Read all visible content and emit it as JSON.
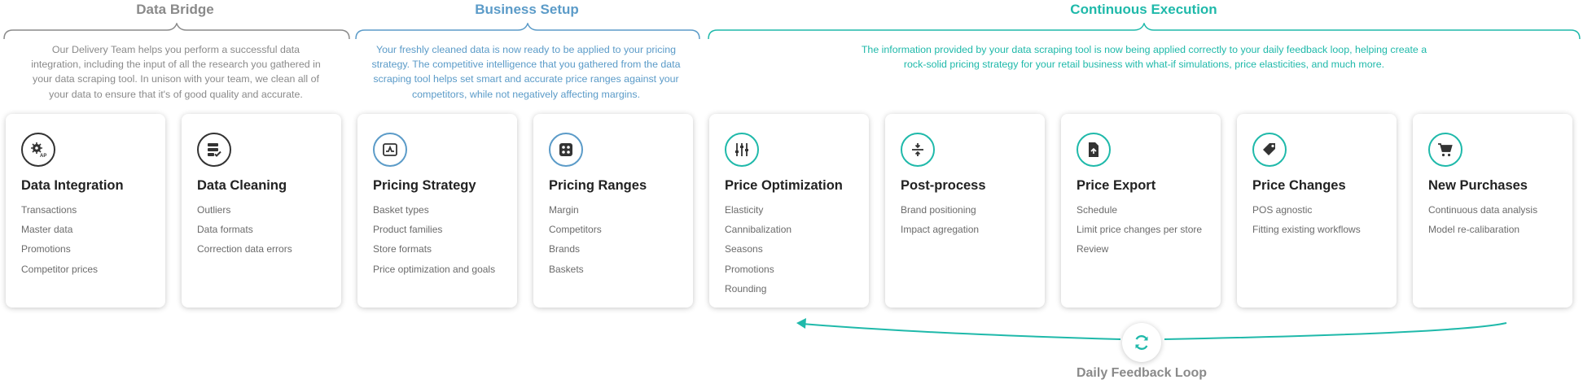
{
  "phases": [
    {
      "title": "Data Bridge",
      "color": "#8a8a8a",
      "description": "Our Delivery Team helps you perform a successful data integration, including the input of all the research you gathered in your data scraping tool. In unison with your team, we clean all of your data to ensure that it's of good quality and accurate."
    },
    {
      "title": "Business Setup",
      "color": "#5b9bc8",
      "description": "Your freshly cleaned data is now ready to be applied to your pricing strategy. The competitive intelligence that you gathered from the data scraping tool helps set smart and accurate price ranges against your competitors, while not negatively affecting margins."
    },
    {
      "title": "Continuous Execution",
      "color": "#1fb9aa",
      "description": "The information provided by your data scraping tool is now being applied correctly to your daily feedback loop, helping create a rock-solid pricing strategy for your retail business with what-if simulations, price elasticities, and much more."
    }
  ],
  "cards": [
    {
      "title": "Data Integration",
      "icon": "gear-api-icon",
      "items": [
        "Transactions",
        "Master data",
        "Promotions",
        "Competitor prices"
      ]
    },
    {
      "title": "Data Cleaning",
      "icon": "database-check-icon",
      "items": [
        "Outliers",
        "Data formats",
        "Correction data errors"
      ]
    },
    {
      "title": "Pricing Strategy",
      "icon": "strategy-icon",
      "items": [
        "Basket types",
        "Product families",
        "Store formats",
        "Price optimization and goals"
      ]
    },
    {
      "title": "Pricing Ranges",
      "icon": "dots-box-icon",
      "items": [
        "Margin",
        "Competitors",
        "Brands",
        "Baskets"
      ]
    },
    {
      "title": "Price Optimization",
      "icon": "sliders-icon",
      "items": [
        "Elasticity",
        "Cannibalization",
        "Seasons",
        "Promotions",
        "Rounding"
      ]
    },
    {
      "title": "Post-process",
      "icon": "compress-icon",
      "items": [
        "Brand positioning",
        "Impact agregation"
      ]
    },
    {
      "title": "Price Export",
      "icon": "file-export-icon",
      "items": [
        "Schedule",
        "Limit price changes per store",
        "Review"
      ]
    },
    {
      "title": "Price Changes",
      "icon": "price-tag-icon",
      "items": [
        "POS agnostic",
        "Fitting existing workflows"
      ]
    },
    {
      "title": "New Purchases",
      "icon": "shopping-cart-icon",
      "items": [
        "Continuous data analysis",
        "Model re-calibaration"
      ]
    }
  ],
  "feedback_loop": {
    "label": "Daily Feedback Loop",
    "icon": "refresh-icon",
    "color": "#1fb9aa"
  }
}
